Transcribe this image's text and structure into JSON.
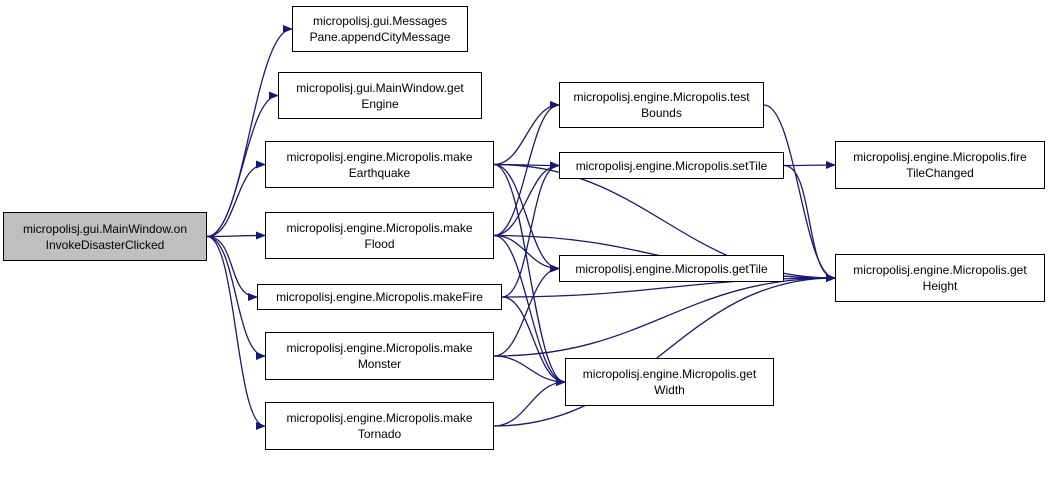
{
  "colors": {
    "edge": "#191970",
    "node_border": "#000000",
    "root_fill": "#bfbfbf",
    "node_fill": "#ffffff"
  },
  "nodes": {
    "on_invoke": {
      "line1": "micropolisj.gui.MainWindow.on",
      "line2": "InvokeDisasterClicked"
    },
    "append_msg": {
      "line1": "micropolisj.gui.Messages",
      "line2": "Pane.appendCityMessage"
    },
    "get_engine": {
      "line1": "micropolisj.gui.MainWindow.get",
      "line2": "Engine"
    },
    "make_earthquake": {
      "line1": "micropolisj.engine.Micropolis.make",
      "line2": "Earthquake"
    },
    "make_flood": {
      "line1": "micropolisj.engine.Micropolis.make",
      "line2": "Flood"
    },
    "make_fire": {
      "line1": "micropolisj.engine.Micropolis.makeFire"
    },
    "make_monster": {
      "line1": "micropolisj.engine.Micropolis.make",
      "line2": "Monster"
    },
    "make_tornado": {
      "line1": "micropolisj.engine.Micropolis.make",
      "line2": "Tornado"
    },
    "test_bounds": {
      "line1": "micropolisj.engine.Micropolis.test",
      "line2": "Bounds"
    },
    "set_tile": {
      "line1": "micropolisj.engine.Micropolis.setTile"
    },
    "get_tile": {
      "line1": "micropolisj.engine.Micropolis.getTile"
    },
    "get_width": {
      "line1": "micropolisj.engine.Micropolis.get",
      "line2": "Width"
    },
    "fire_tile_changed": {
      "line1": "micropolisj.engine.Micropolis.fire",
      "line2": "TileChanged"
    },
    "get_height": {
      "line1": "micropolisj.engine.Micropolis.get",
      "line2": "Height"
    }
  },
  "edges": [
    {
      "from": "on_invoke",
      "to": "append_msg"
    },
    {
      "from": "on_invoke",
      "to": "get_engine"
    },
    {
      "from": "on_invoke",
      "to": "make_earthquake"
    },
    {
      "from": "on_invoke",
      "to": "make_flood"
    },
    {
      "from": "on_invoke",
      "to": "make_fire"
    },
    {
      "from": "on_invoke",
      "to": "make_monster"
    },
    {
      "from": "on_invoke",
      "to": "make_tornado"
    },
    {
      "from": "make_earthquake",
      "to": "test_bounds"
    },
    {
      "from": "make_earthquake",
      "to": "set_tile"
    },
    {
      "from": "make_earthquake",
      "to": "get_tile"
    },
    {
      "from": "make_earthquake",
      "to": "get_width"
    },
    {
      "from": "make_earthquake",
      "to": "get_height"
    },
    {
      "from": "make_flood",
      "to": "test_bounds"
    },
    {
      "from": "make_flood",
      "to": "set_tile"
    },
    {
      "from": "make_flood",
      "to": "get_tile"
    },
    {
      "from": "make_flood",
      "to": "get_width"
    },
    {
      "from": "make_flood",
      "to": "get_height"
    },
    {
      "from": "make_fire",
      "to": "set_tile"
    },
    {
      "from": "make_fire",
      "to": "get_width"
    },
    {
      "from": "make_fire",
      "to": "get_height"
    },
    {
      "from": "make_monster",
      "to": "get_tile"
    },
    {
      "from": "make_monster",
      "to": "get_width"
    },
    {
      "from": "make_monster",
      "to": "get_height"
    },
    {
      "from": "make_tornado",
      "to": "get_width"
    },
    {
      "from": "make_tornado",
      "to": "get_height"
    },
    {
      "from": "test_bounds",
      "to": "get_height"
    },
    {
      "from": "set_tile",
      "to": "fire_tile_changed"
    },
    {
      "from": "set_tile",
      "to": "get_height"
    }
  ]
}
